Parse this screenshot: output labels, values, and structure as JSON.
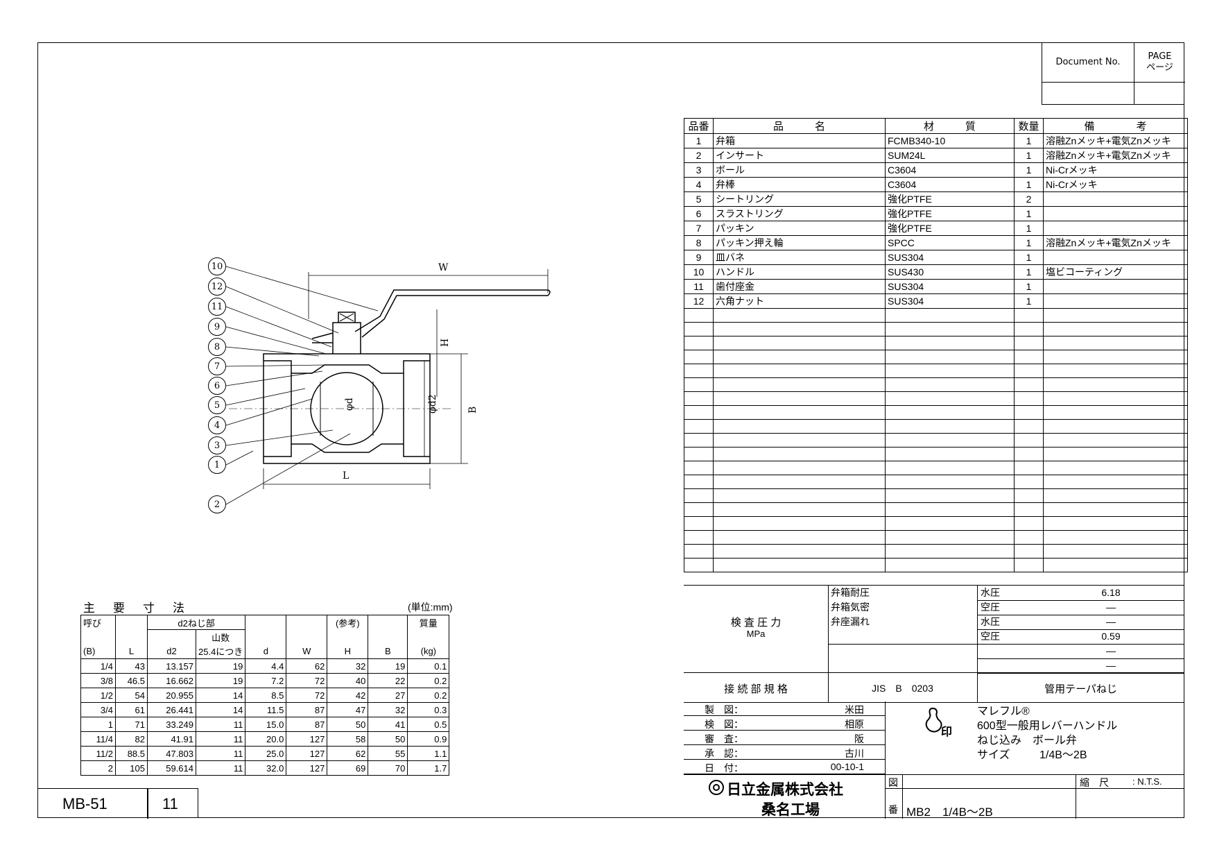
{
  "doc_box": {
    "doc_label": "Document No.",
    "page_label": "PAGE\nページ"
  },
  "parts_table": {
    "headers": {
      "no": "品番",
      "name": "品　　　名",
      "material": "材　　　質",
      "qty": "数量",
      "note": "備　　　　考"
    },
    "rows": [
      {
        "no": "1",
        "name": "弁箱",
        "material": "FCMB340-10",
        "qty": "1",
        "note": "溶融Znメッキ+電気Znメッキ"
      },
      {
        "no": "2",
        "name": "インサート",
        "material": "SUM24L",
        "qty": "1",
        "note": "溶融Znメッキ+電気Znメッキ"
      },
      {
        "no": "3",
        "name": "ボール",
        "material": "C3604",
        "qty": "1",
        "note": "Ni-Crメッキ"
      },
      {
        "no": "4",
        "name": "弁棒",
        "material": "C3604",
        "qty": "1",
        "note": "Ni-Crメッキ"
      },
      {
        "no": "5",
        "name": "シートリング",
        "material": "強化PTFE",
        "qty": "2",
        "note": ""
      },
      {
        "no": "6",
        "name": "スラストリング",
        "material": "強化PTFE",
        "qty": "1",
        "note": ""
      },
      {
        "no": "7",
        "name": "パッキン",
        "material": "強化PTFE",
        "qty": "1",
        "note": ""
      },
      {
        "no": "8",
        "name": "パッキン押え輪",
        "material": "SPCC",
        "qty": "1",
        "note": "溶融Znメッキ+電気Znメッキ"
      },
      {
        "no": "9",
        "name": "皿バネ",
        "material": "SUS304",
        "qty": "1",
        "note": ""
      },
      {
        "no": "10",
        "name": "ハンドル",
        "material": "SUS430",
        "qty": "1",
        "note": "塩ビコーティング"
      },
      {
        "no": "11",
        "name": "歯付座金",
        "material": "SUS304",
        "qty": "1",
        "note": ""
      },
      {
        "no": "12",
        "name": "六角ナット",
        "material": "SUS304",
        "qty": "1",
        "note": ""
      }
    ]
  },
  "pressure": {
    "label": "検 査 圧 力",
    "unit": "MPa",
    "items": [
      {
        "name": "弁箱耐圧",
        "medium": "水圧",
        "value": "6.18"
      },
      {
        "name": "弁箱気密",
        "medium": "空圧",
        "value": "—"
      },
      {
        "name": "弁座漏れ",
        "medium": "水圧",
        "value": "—"
      },
      {
        "name": "",
        "medium": "空圧",
        "value": "0.59"
      },
      {
        "name": "",
        "medium": "",
        "value": "—"
      },
      {
        "name": "",
        "medium": "",
        "value": "—"
      }
    ]
  },
  "connection": {
    "label": "接 続 部 規 格",
    "standard": "JIS　B　0203",
    "type": "管用テーパねじ"
  },
  "approval": [
    {
      "role": "製　図：",
      "name": "米田"
    },
    {
      "role": "検　図：",
      "name": "相原"
    },
    {
      "role": "審　査：",
      "name": "阪"
    },
    {
      "role": "承　認：",
      "name": "古川"
    },
    {
      "role": "日　付：",
      "name": "00-10-1"
    }
  ],
  "product": {
    "brand": "マレフル®",
    "line1": "600型一般用レバーハンドル",
    "line2": "ねじ込み　ボール弁",
    "size_label": "サイズ",
    "size_value": "1/4B～2B",
    "logo_text": "印"
  },
  "company": {
    "name": "日立金属株式会社",
    "plant": "桑名工場"
  },
  "drawing": {
    "zu_label": "図",
    "ban_label": "番",
    "number": "MB2　1/4B～2B",
    "scale_label": "縮　尺",
    "scale_value": ": N.T.S."
  },
  "footer": {
    "code": "MB-51",
    "page": "11"
  },
  "dims": {
    "title": "主要寸法",
    "unit": "(単位:mm)",
    "h_yobi": "呼び",
    "h_b": "(B)",
    "h_L": "L",
    "h_d2group": "d2ねじ部",
    "h_yama": "山数",
    "h_yama2": "25.4につき",
    "h_d2": "d2",
    "h_d": "d",
    "h_W": "W",
    "h_ref": "(参考)",
    "h_H": "H",
    "h_B": "B",
    "h_mass": "質量",
    "h_kg": "(kg)",
    "rows": [
      [
        "1/4",
        "43",
        "13.157",
        "19",
        "4.4",
        "62",
        "32",
        "19",
        "0.1"
      ],
      [
        "3/8",
        "46.5",
        "16.662",
        "19",
        "7.2",
        "72",
        "40",
        "22",
        "0.2"
      ],
      [
        "1/2",
        "54",
        "20.955",
        "14",
        "8.5",
        "72",
        "42",
        "27",
        "0.2"
      ],
      [
        "3/4",
        "61",
        "26.441",
        "14",
        "11.5",
        "87",
        "47",
        "32",
        "0.3"
      ],
      [
        "1",
        "71",
        "33.249",
        "11",
        "15.0",
        "87",
        "50",
        "41",
        "0.5"
      ],
      [
        "11/4",
        "82",
        "41.91",
        "11",
        "20.0",
        "127",
        "58",
        "50",
        "0.9"
      ],
      [
        "11/2",
        "88.5",
        "47.803",
        "11",
        "25.0",
        "127",
        "62",
        "55",
        "1.1"
      ],
      [
        "2",
        "105",
        "59.614",
        "11",
        "32.0",
        "127",
        "69",
        "70",
        "1.7"
      ]
    ]
  },
  "drawing_labels": {
    "W": "W",
    "H": "H",
    "L": "L",
    "B": "B",
    "phi_d": "φd",
    "phi_d2": "φd2"
  },
  "callouts": [
    "10",
    "12",
    "11",
    "9",
    "8",
    "7",
    "6",
    "5",
    "4",
    "3",
    "1",
    "2"
  ]
}
